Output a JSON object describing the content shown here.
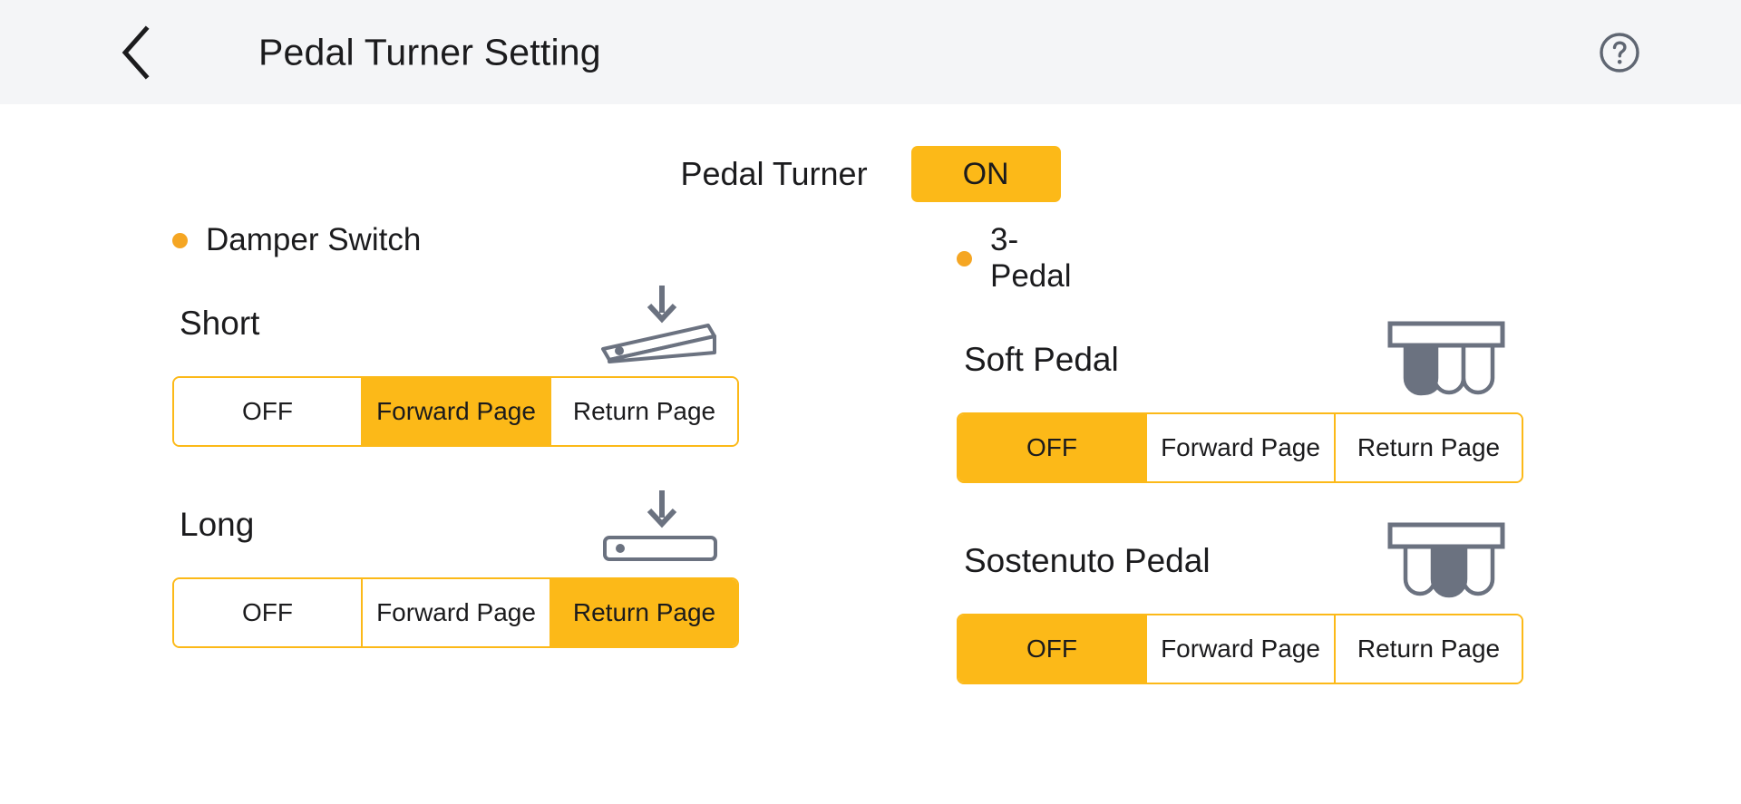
{
  "header": {
    "back_icon": "chevron-left-icon",
    "title": "Pedal Turner Setting",
    "help_icon": "help-circle-icon"
  },
  "master": {
    "label": "Pedal Turner",
    "state": "ON"
  },
  "colors": {
    "accent": "#fcb918",
    "bullet": "#f5a623",
    "header_bg": "#f4f5f7",
    "text": "#1b1b1d",
    "icon_gray": "#6b7280"
  },
  "sections": [
    {
      "title": "Damper Switch",
      "bullet_icon": "bullet-dot-icon",
      "rows": [
        {
          "name": "Short",
          "icon": "pedal-short-press-icon",
          "options": [
            "OFF",
            "Forward Page",
            "Return Page"
          ],
          "selected": "Forward Page"
        },
        {
          "name": "Long",
          "icon": "pedal-long-press-icon",
          "options": [
            "OFF",
            "Forward Page",
            "Return Page"
          ],
          "selected": "Return Page"
        }
      ]
    },
    {
      "title": "3-Pedal",
      "bullet_icon": "bullet-dot-icon",
      "rows": [
        {
          "name": "Soft Pedal",
          "icon": "three-pedal-left-highlighted-icon",
          "options": [
            "OFF",
            "Forward Page",
            "Return Page"
          ],
          "selected": "OFF"
        },
        {
          "name": "Sostenuto Pedal",
          "icon": "three-pedal-middle-highlighted-icon",
          "options": [
            "OFF",
            "Forward Page",
            "Return Page"
          ],
          "selected": "OFF"
        }
      ]
    }
  ]
}
